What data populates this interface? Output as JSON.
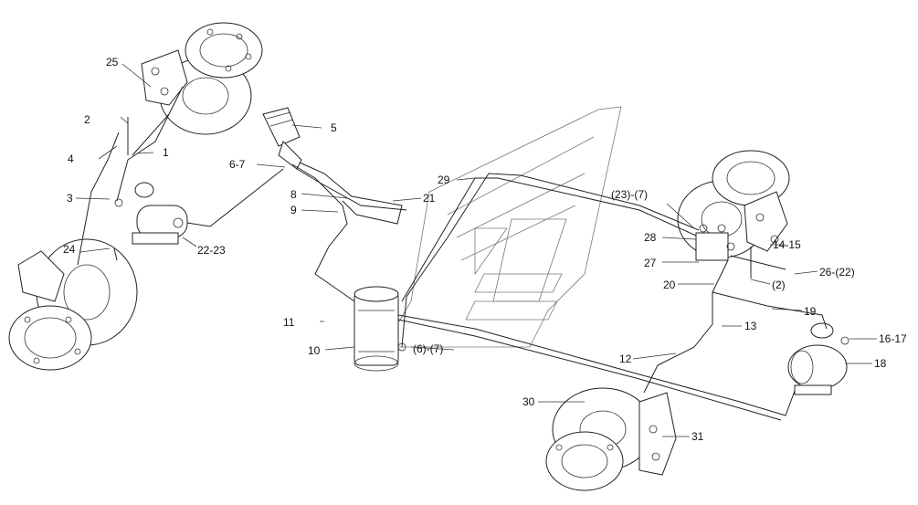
{
  "diagram": {
    "part_labels": {
      "p1": "1",
      "p2": "2",
      "p3": "3",
      "p4": "4",
      "p5": "5",
      "p67": "6-7",
      "p8": "8",
      "p9": "9",
      "p10": "10",
      "p11": "11",
      "p12": "12",
      "p13": "13",
      "p1415": "14-15",
      "p1617": "16-17",
      "p18": "18",
      "p19": "19",
      "p20": "20",
      "p21": "21",
      "p2223": "22-23",
      "p24": "24",
      "p25": "25",
      "p2622": "26-(22)",
      "p27": "27",
      "p28": "28",
      "p29": "29",
      "p30": "30",
      "p31": "31",
      "p237": "(23)-(7)",
      "p2b": "(2)",
      "p67b": "(6)-(7)"
    }
  }
}
